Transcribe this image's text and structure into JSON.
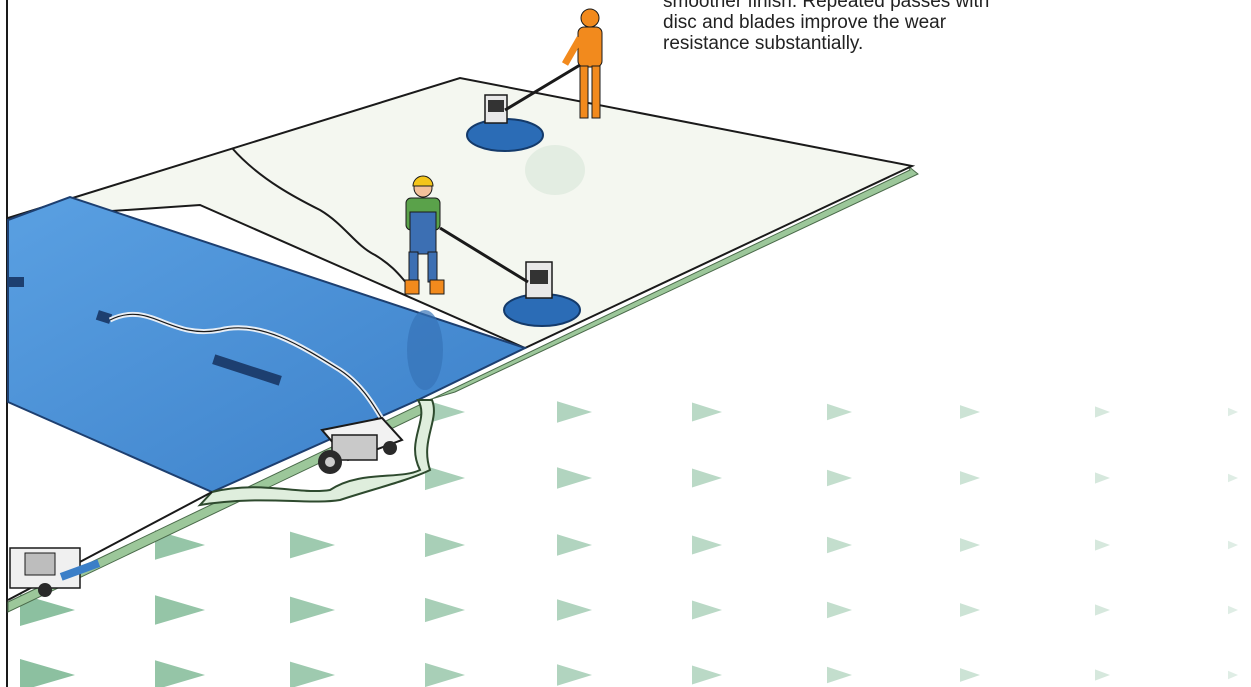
{
  "caption": {
    "lines": [
      "smoother finish. Repeated passes with",
      "disc and blades improve the wear",
      "resistance substantially."
    ]
  },
  "colors": {
    "slab_surface": "#f3f6ef",
    "wet_concrete": "#4b8fd6",
    "slab_edge": "#9cc79a",
    "arrow_pattern": "#8cc0a0",
    "worker_orange": "#f28a1d",
    "worker_overalls": "#3c6fb3",
    "worker_shirt": "#5aa24a",
    "helmet": "#f4c51a",
    "machine_blue": "#2b6cb6"
  },
  "icons": {
    "pattern_mark": "triangle-arrow-right-icon"
  }
}
